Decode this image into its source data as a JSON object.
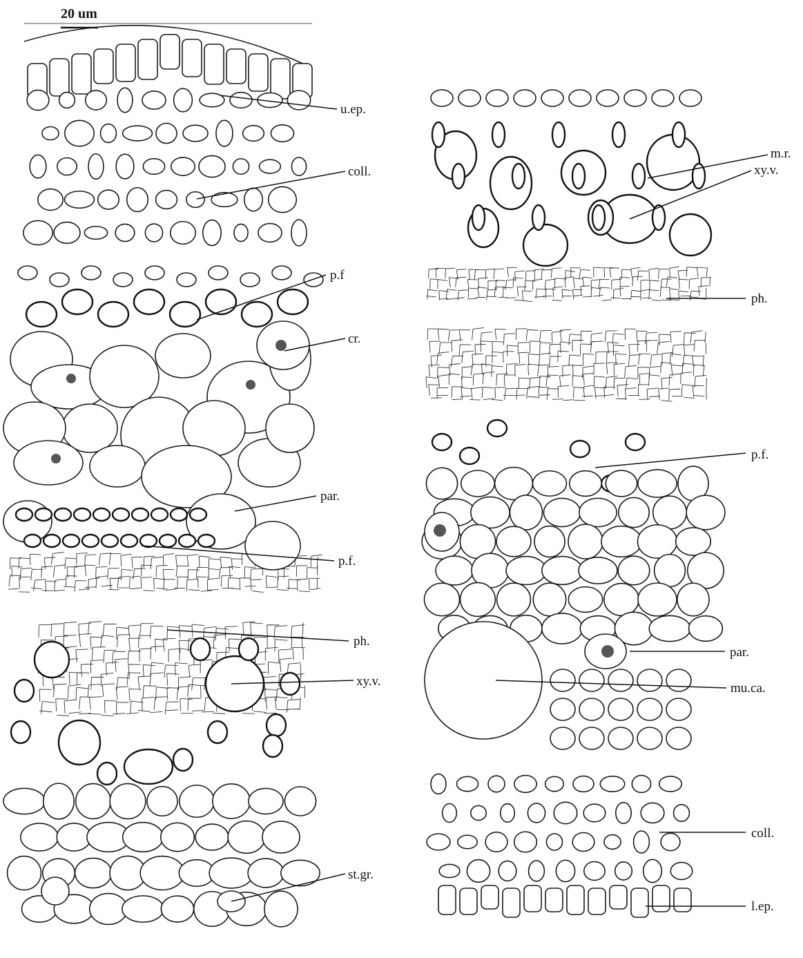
{
  "scale_bar": {
    "text": "20 um"
  },
  "labels": {
    "u_ep": "u.ep.",
    "coll_top": "coll.",
    "pf_upper": "p.f",
    "cr": "cr.",
    "par_left": "par.",
    "pf_left_lower": "p.f.",
    "ph_left": "ph.",
    "xyv_left": "xy.v.",
    "st_gr": "st.gr.",
    "mr": "m.r.",
    "xyv_right": "xy.v.",
    "ph_right": "ph.",
    "pf_right": "p.f.",
    "par_right": "par.",
    "mu_ca": "mu.ca.",
    "coll_bottom": "coll.",
    "l_ep": "l.ep."
  }
}
